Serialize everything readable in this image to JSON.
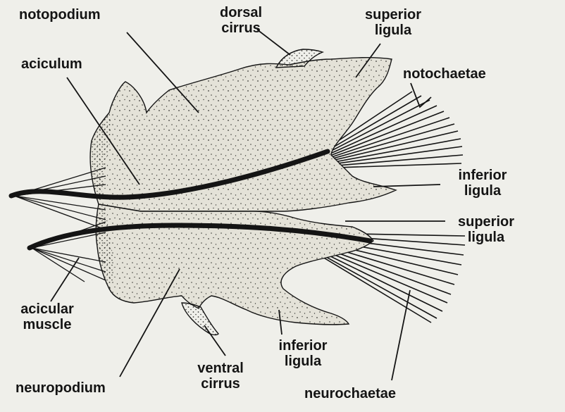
{
  "labels": {
    "notopodium": "notopodium",
    "dorsal_cirrus": [
      "dorsal",
      "cirrus"
    ],
    "superior_ligula_top": [
      "superior",
      "ligula"
    ],
    "aciculum": "aciculum",
    "notochaetae": "notochaetae",
    "inferior_ligula_right": [
      "inferior",
      "ligula"
    ],
    "superior_ligula_right": [
      "superior",
      "ligula"
    ],
    "acicular_muscle": [
      "acicular",
      "muscle"
    ],
    "inferior_ligula_bottom": [
      "inferior",
      "ligula"
    ],
    "ventral_cirrus": [
      "ventral",
      "cirrus"
    ],
    "neuropodium": "neuropodium",
    "neurochaetae": "neurochaetae"
  },
  "colors": {
    "background": "#efefea",
    "ink": "#141414",
    "body_fill": "#e4e2d8",
    "stipple": "#3a3a36"
  }
}
